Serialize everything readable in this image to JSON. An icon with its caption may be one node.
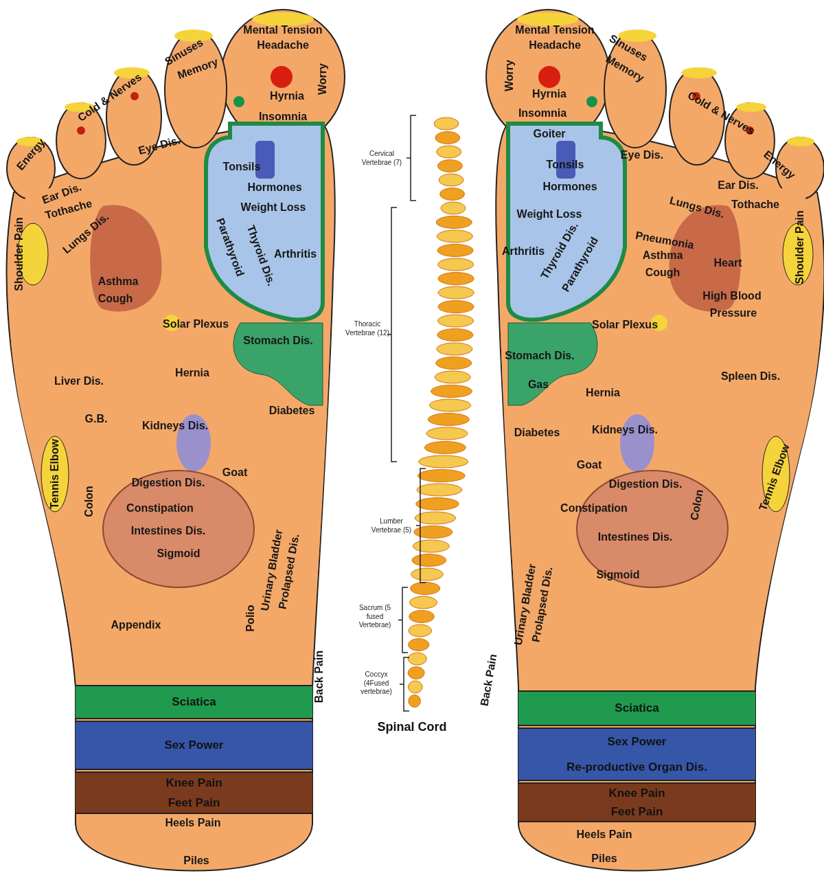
{
  "diagram": {
    "nodes": [
      {
        "text": [
          "Sciatica"
        ]
      },
      {
        "text": [
          "Sex Power"
        ]
      },
      {
        "text": [
          "Knee Pain",
          "Feet Pain"
        ]
      },
      {
        "text": [
          "Sciatica"
        ]
      },
      {
        "text": [
          "Sex Power",
          "Re-productive Organ Dis."
        ]
      },
      {
        "text": [
          "Knee Pain",
          "Feet Pain"
        ]
      }
    ],
    "edges": [],
    "labels": [
      "Mental Tension",
      "Headache",
      "Sinuses",
      "Memory",
      "Worry",
      "Hyrnia",
      "Insomnia",
      "Cold & Nerves",
      "Eye Dis.",
      "Energy",
      "Ear Dis.",
      "Tothache",
      "Shoulder Pain",
      "Tonsils",
      "Hormones",
      "Weight Loss",
      "Parathyroid",
      "Thyroid Dis.",
      "Arthritis",
      "Lungs Dis.",
      "Asthma",
      "Cough",
      "Solar Plexus",
      "Stomach Dis.",
      "Liver Dis.",
      "Hernia",
      "G.B.",
      "Kidneys Dis.",
      "Diabetes",
      "Tennis Elbow",
      "Goat",
      "Digestion Dis.",
      "Constipation",
      "Colon",
      "Intestines Dis.",
      "Sigmoid",
      "Appendix",
      "Polio",
      "Urinary Bladder",
      "Prolapsed Dis.",
      "Back Pain",
      "Heels Pain",
      "Piles",
      "Cervical Vertebrae (7)",
      "Thoracic Vertebrae (12)",
      "Lumber Vertebrae (5)",
      "Sacrum (5 fused Vertebrae)",
      "Coccyx (4Fused vertebrae)",
      "Spinal Cord",
      "Mental Tension",
      "Headache",
      "Worry",
      "Sinuses",
      "Memory",
      "Hyrnia",
      "Insomnia",
      "Cold & Nerves",
      "Goiter",
      "Eye Dis.",
      "Energy",
      "Tonsils",
      "Hormones",
      "Ear Dis.",
      "Tothache",
      "Lungs Dis.",
      "Shoulder Pain",
      "Weight Loss",
      "Pneumonia",
      "Arthritis",
      "Thyroid Dis.",
      "Parathyroid",
      "Asthma",
      "Heart",
      "Cough",
      "High Blood",
      "Pressure",
      "Solar Plexus",
      "Stomach Dis.",
      "Spleen Dis.",
      "Gas",
      "Hernia",
      "Diabetes",
      "Kidneys Dis.",
      "Tennis Elbow",
      "Goat",
      "Digestion Dis.",
      "Constipation",
      "Colon",
      "Intestines Dis.",
      "Sigmoid",
      "Urinary Bladder",
      "Prolapsed Dis.",
      "Back Pain",
      "Heels Pain",
      "Piles"
    ]
  }
}
